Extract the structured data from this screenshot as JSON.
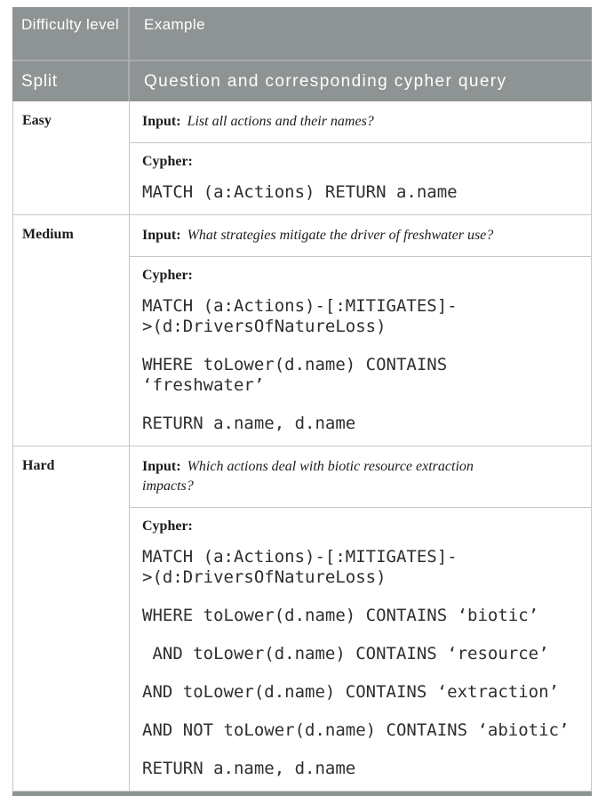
{
  "colors": {
    "header_bg": "#8e9394",
    "header_divider": "#a8acad",
    "body_border": "#c3c8c7",
    "text": "#1c1c1c",
    "code": "#2e2e2e"
  },
  "table": {
    "header": {
      "difficulty_level": "Difficulty level",
      "example": "Example",
      "split": "Split",
      "question_query": "Question and corresponding cypher query"
    },
    "rows": [
      {
        "split": "Easy",
        "input_label": "Input:",
        "question_lines": [
          "List all actions and their names?"
        ],
        "cypher_label": "Cypher:",
        "cypher_groups": [
          [
            "MATCH (a:Actions) RETURN a.name"
          ]
        ]
      },
      {
        "split": "Medium",
        "input_label": "Input:",
        "question_lines": [
          "What strategies mitigate the driver of freshwater use?"
        ],
        "cypher_label": "Cypher:",
        "cypher_groups": [
          [
            "MATCH (a:Actions)-[:MITIGATES]-",
            ">(d:DriversOfNatureLoss)"
          ],
          [
            "WHERE toLower(d.name) CONTAINS",
            "‘freshwater’"
          ],
          [
            "RETURN a.name, d.name"
          ]
        ]
      },
      {
        "split": "Hard",
        "input_label": "Input:",
        "question_lines": [
          "Which actions deal with biotic resource extraction",
          "impacts?"
        ],
        "cypher_label": "Cypher:",
        "cypher_groups": [
          [
            "MATCH (a:Actions)-[:MITIGATES]-",
            ">(d:DriversOfNatureLoss)"
          ],
          [
            "WHERE toLower(d.name) CONTAINS ‘biotic’"
          ],
          [
            " AND toLower(d.name) CONTAINS ‘resource’"
          ],
          [
            "AND toLower(d.name) CONTAINS ‘extraction’"
          ],
          [
            "AND NOT toLower(d.name) CONTAINS ‘abiotic’"
          ],
          [
            "RETURN a.name, d.name"
          ]
        ]
      }
    ]
  }
}
